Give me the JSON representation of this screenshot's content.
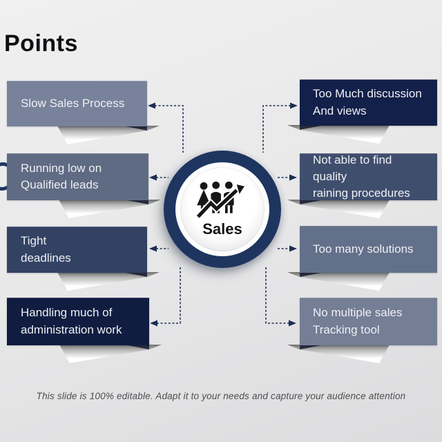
{
  "slide": {
    "title": "Points",
    "footer_note": "This slide is 100% editable. Adapt it to your needs and capture your audience attention"
  },
  "hub": {
    "label": "Sales",
    "icon": "team-growth-icon",
    "ring_color": "#1e3560"
  },
  "left_boxes": [
    {
      "label": "Slow Sales Process",
      "color": "#78829b"
    },
    {
      "label": "Running low on\nQualified leads",
      "color": "#5f6b83"
    },
    {
      "label": "Tight\ndeadlines",
      "color": "#334263"
    },
    {
      "label": "Handling much of\nadministration work",
      "color": "#101d40"
    }
  ],
  "right_boxes": [
    {
      "label": "Too Much discussion\nAnd views",
      "color": "#13204a"
    },
    {
      "label": "Not able to find quality\nraining procedures",
      "color": "#404e6e"
    },
    {
      "label": "Too many solutions",
      "color": "#63708a"
    },
    {
      "label": "No multiple sales\nTracking tool",
      "color": "#747e95"
    }
  ],
  "colors": {
    "connector": "#1d2d55",
    "background_top": "#f0f0f1",
    "background_bottom": "#dcdcde",
    "box_text": "#eef0f3",
    "title_text": "#101012",
    "footer_text": "#4e4e50"
  }
}
